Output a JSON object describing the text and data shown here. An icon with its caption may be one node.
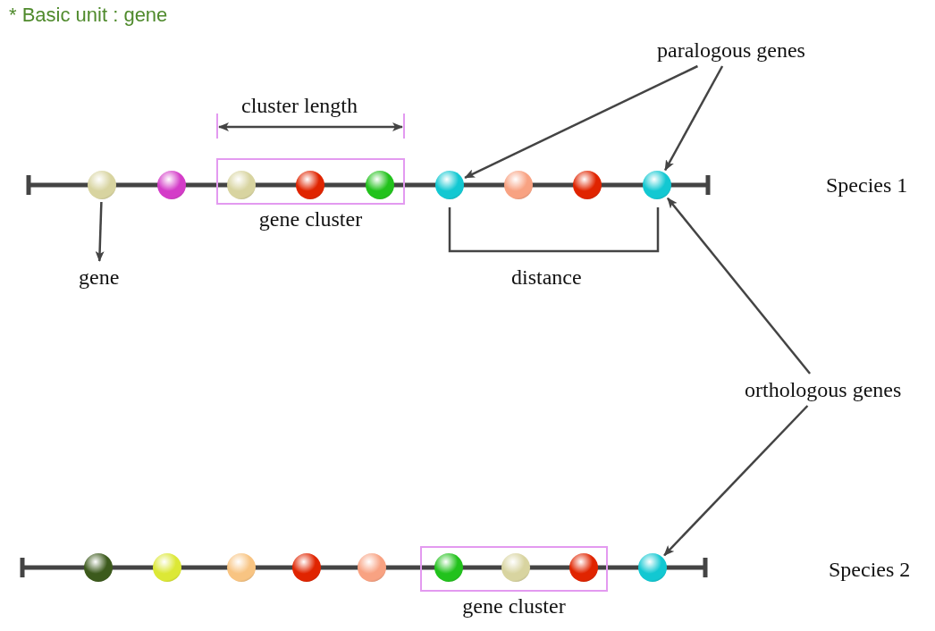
{
  "diagram": {
    "title": "* Basic unit : gene",
    "nodes": [
      {
        "text": [
          "paralogous genes"
        ]
      },
      {
        "text": [],
        "shape": "circle"
      },
      {
        "text": [],
        "shape": "circle"
      },
      {
        "text": [
          "gene cluster"
        ]
      },
      {
        "text": [],
        "shape": "circle",
        "in": 3
      },
      {
        "text": [],
        "shape": "circle",
        "in": 3
      },
      {
        "text": [],
        "shape": "circle",
        "in": 3
      },
      {
        "text": [],
        "shape": "circle"
      },
      {
        "text": [],
        "shape": "circle"
      },
      {
        "text": [],
        "shape": "circle"
      },
      {
        "text": [],
        "shape": "circle"
      },
      {
        "text": [
          "gene"
        ]
      },
      {
        "text": [
          "orthologous genes"
        ]
      },
      {
        "text": [],
        "shape": "circle"
      },
      {
        "text": [],
        "shape": "circle"
      },
      {
        "text": [],
        "shape": "circle"
      },
      {
        "text": [],
        "shape": "circle"
      },
      {
        "text": [],
        "shape": "circle"
      },
      {
        "text": [
          "gene cluster"
        ]
      },
      {
        "text": [],
        "shape": "circle",
        "in": 18
      },
      {
        "text": [],
        "shape": "circle",
        "in": 18
      },
      {
        "text": [],
        "shape": "circle",
        "in": 18
      },
      {
        "text": [],
        "shape": "circle"
      }
    ],
    "edges": [
      {
        "from": 0,
        "to": 7,
        "arrow": "to"
      },
      {
        "from": 0,
        "to": 10,
        "arrow": "to"
      },
      {
        "from": 1,
        "to": 11,
        "arrow": "to"
      },
      {
        "from": 12,
        "to": 10,
        "arrow": "to"
      },
      {
        "from": 12,
        "to": 22,
        "arrow": "to"
      }
    ],
    "labels": [
      "cluster length",
      "Species 1",
      "distance",
      "Species 2"
    ]
  }
}
